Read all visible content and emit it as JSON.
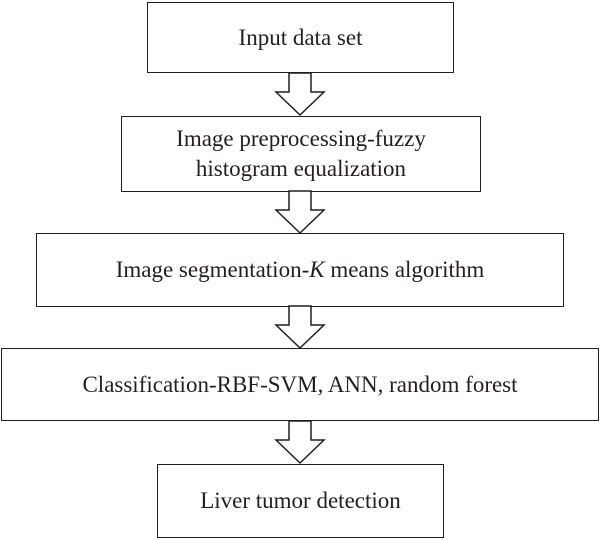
{
  "flowchart": {
    "steps": [
      {
        "lines": [
          "Input data set"
        ]
      },
      {
        "lines": [
          "Image preprocessing-fuzzy",
          "histogram equalization"
        ]
      },
      {
        "pre": "Image segmentation-",
        "italic": "K",
        "post": " means algorithm"
      },
      {
        "lines": [
          "Classification-RBF-SVM, ANN, random forest"
        ]
      },
      {
        "lines": [
          "Liver tumor detection"
        ]
      }
    ],
    "connector": {
      "icon": "down-arrow-icon",
      "stroke": "#231f20",
      "fill": "#ffffff"
    }
  }
}
